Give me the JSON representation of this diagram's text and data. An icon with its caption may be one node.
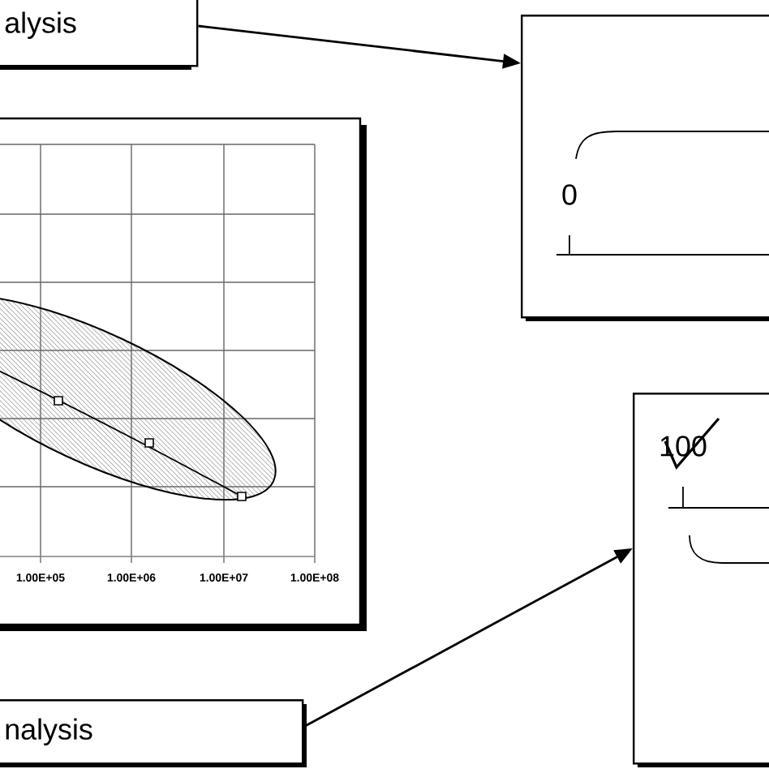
{
  "diagram": {
    "nodes": [
      {
        "text": [
          "alysis"
        ]
      },
      {
        "text": [
          "0"
        ]
      },
      {
        "text": [
          "100"
        ]
      },
      {
        "text": [
          "nalysis"
        ]
      }
    ],
    "edges": [
      {
        "from": 0,
        "to": 1,
        "arrow": "to"
      },
      {
        "from": 3,
        "to": 2,
        "arrow": "to"
      }
    ],
    "labels": [
      "1.00E+05",
      "1.00E+06",
      "1.00E+07",
      "1.00E+08"
    ]
  }
}
